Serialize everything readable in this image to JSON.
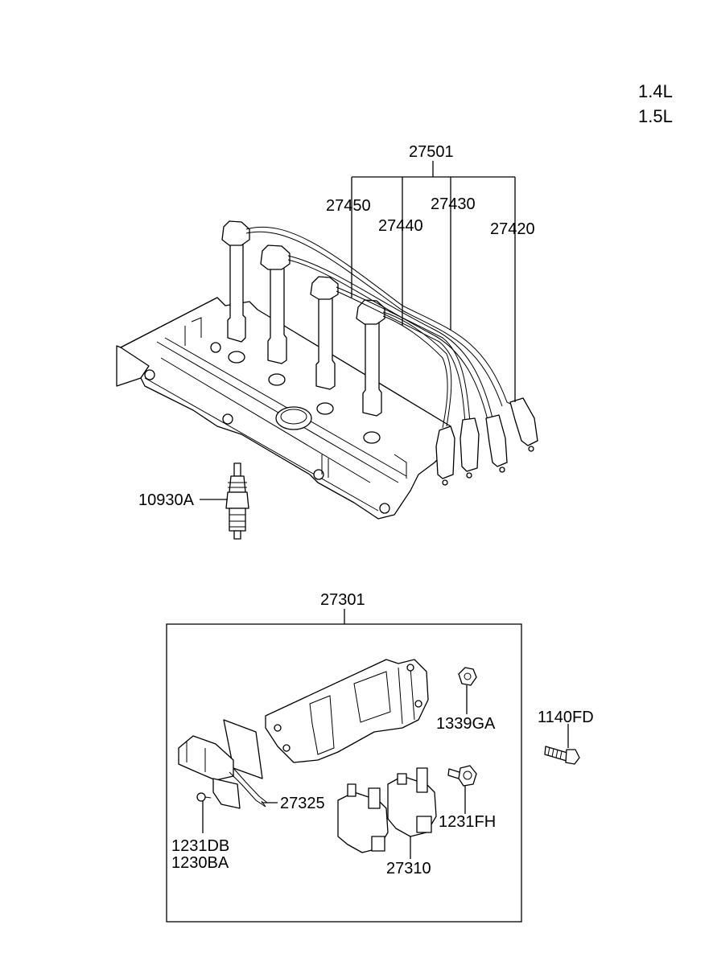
{
  "engine": [
    "1.4L",
    "1.5L"
  ],
  "callouts": {
    "wire_set": "27501",
    "wire_4": "27450",
    "wire_3": "27440",
    "wire_2": "27430",
    "wire_1": "27420",
    "spark_plug": "10930A",
    "coil_assy": "27301",
    "bracket_nut": "1339GA",
    "bolt_outside": "1140FD",
    "wiring_harness": "27325",
    "bolt_coil": "1231FH",
    "screw_a": "1231DB",
    "screw_b": "1230BA",
    "ignition_coil": "27310"
  }
}
